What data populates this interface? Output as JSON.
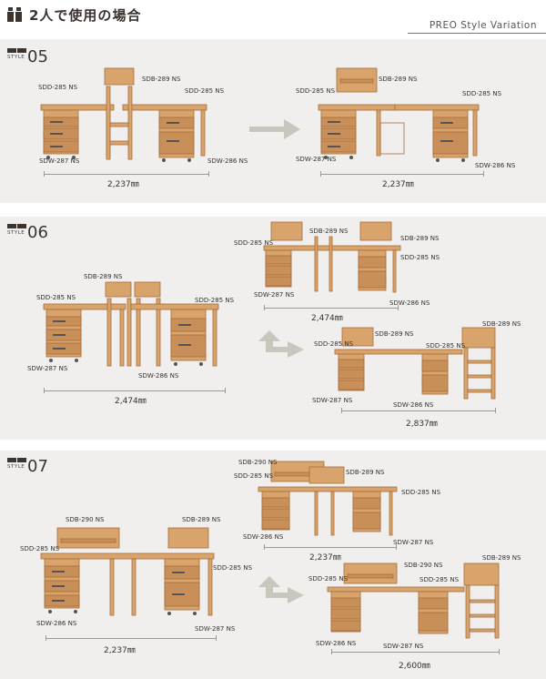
{
  "header": {
    "title": "2人で使用の場合",
    "subtitle": "PREO Style Variation"
  },
  "style_prefix": "STYLE",
  "sections": [
    {
      "number": "05",
      "left": {
        "labels": [
          "SDD-285 NS",
          "SDB-289 NS",
          "SDD-285 NS",
          "SDW-287 NS",
          "SDW-286 NS"
        ],
        "width": "2,237㎜"
      },
      "right": {
        "labels": [
          "SDB-289 NS",
          "SDD-285 NS",
          "SDD-285 NS",
          "SDW-287 NS",
          "SDW-286 NS"
        ],
        "width": "2,237㎜"
      }
    },
    {
      "number": "06",
      "left": {
        "labels": [
          "SDB-289 NS",
          "SDD-285 NS",
          "SDD-285 NS",
          "SDW-287 NS",
          "SDW-286 NS"
        ],
        "width": "2,474㎜"
      },
      "top": {
        "labels": [
          "SDD-285 NS",
          "SDB-289 NS",
          "SDB-289 NS",
          "SDD-285 NS",
          "SDW-287 NS",
          "SDW-286 NS"
        ],
        "width": "2,474㎜"
      },
      "bottom": {
        "labels": [
          "SDB-289 NS",
          "SDB-289 NS",
          "SDD-285 NS",
          "SDD-285 NS",
          "SDW-287 NS",
          "SDW-286 NS"
        ],
        "width": "2,837㎜"
      }
    },
    {
      "number": "07",
      "left": {
        "labels": [
          "SDB-290 NS",
          "SDB-289 NS",
          "SDD-285 NS",
          "SDD-285 NS",
          "SDW-286 NS",
          "SDW-287 NS"
        ],
        "width": "2,237㎜"
      },
      "top": {
        "labels": [
          "SDB-290 NS",
          "SDD-285 NS",
          "SDB-289 NS",
          "SDD-285 NS",
          "SDW-286 NS",
          "SDW-287 NS"
        ],
        "width": "2,237㎜"
      },
      "bottom": {
        "labels": [
          "SDB-290 NS",
          "SDB-289 NS",
          "SDD-285 NS",
          "SDD-285 NS",
          "SDW-286 NS",
          "SDW-287 NS"
        ],
        "width": "2,600㎜"
      }
    }
  ],
  "colors": {
    "panel_bg": "#f0efed",
    "wood": "#d9a46c",
    "wood_dark": "#b67a44",
    "arrow": "#c9c6bd"
  }
}
